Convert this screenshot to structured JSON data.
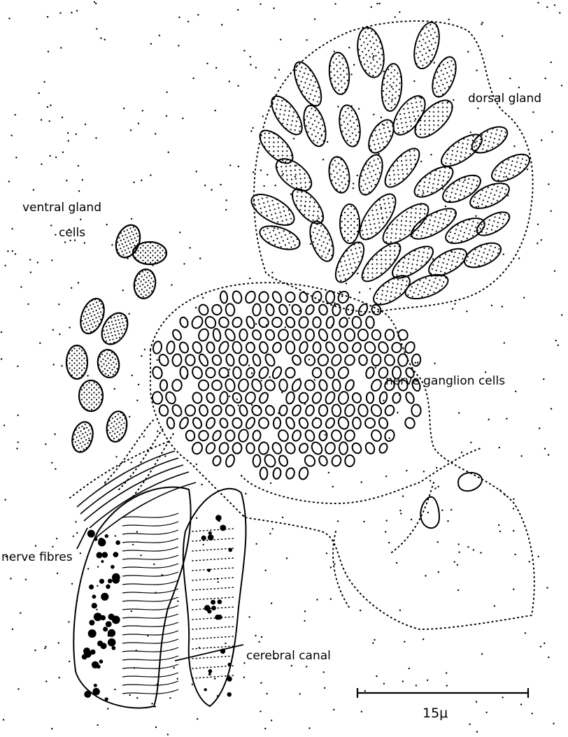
{
  "labels": {
    "dorsal_gland": "dorsal gland",
    "ventral_gland_line1": "ventral gland",
    "ventral_gland_line2": "cells",
    "nerve_ganglion_cells": "nerve ganglion cells",
    "nerve_fibres": "nerve fibres",
    "cerebral_canal": "cerebral canal",
    "scale_bar": "15μ"
  },
  "colors": {
    "ink": "#000000",
    "paper": "#ffffff"
  }
}
